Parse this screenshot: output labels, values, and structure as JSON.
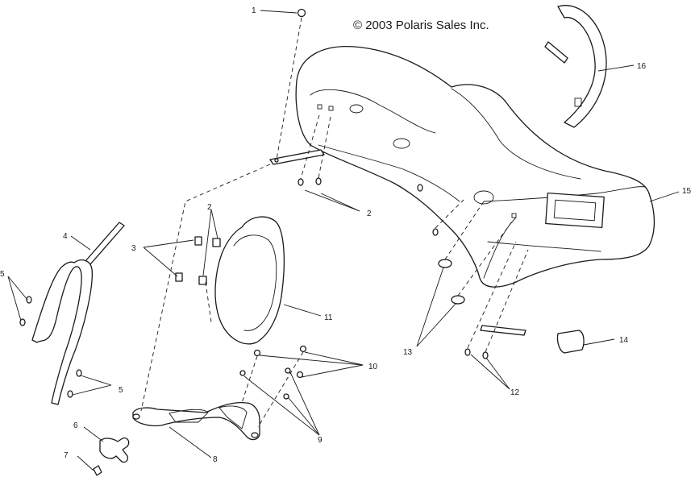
{
  "copyright": "© 2003 Polaris Sales Inc.",
  "callouts": [
    {
      "id": "1",
      "text": "1"
    },
    {
      "id": "2a",
      "text": "2"
    },
    {
      "id": "2b",
      "text": "2"
    },
    {
      "id": "3",
      "text": "3"
    },
    {
      "id": "4",
      "text": "4"
    },
    {
      "id": "5a",
      "text": "5"
    },
    {
      "id": "5b",
      "text": "5"
    },
    {
      "id": "6",
      "text": "6"
    },
    {
      "id": "7",
      "text": "7"
    },
    {
      "id": "8",
      "text": "8"
    },
    {
      "id": "9",
      "text": "9"
    },
    {
      "id": "10",
      "text": "10"
    },
    {
      "id": "11",
      "text": "11"
    },
    {
      "id": "12",
      "text": "12"
    },
    {
      "id": "13",
      "text": "13"
    },
    {
      "id": "14",
      "text": "14"
    },
    {
      "id": "15",
      "text": "15"
    },
    {
      "id": "16",
      "text": "16"
    }
  ]
}
